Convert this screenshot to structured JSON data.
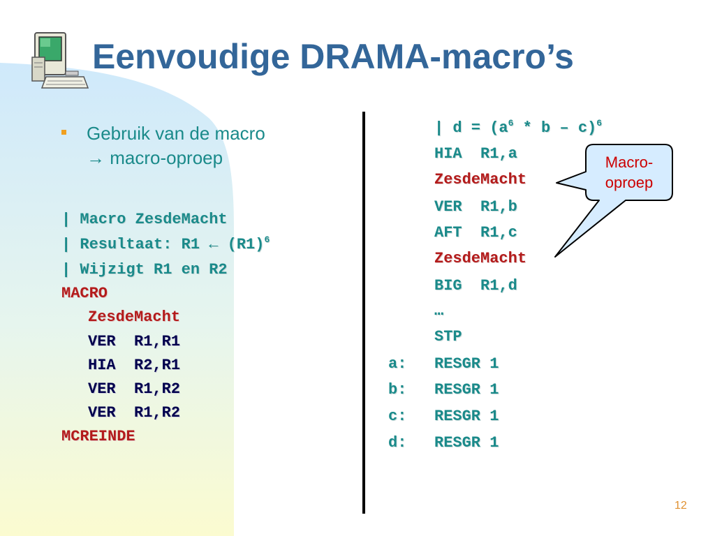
{
  "slide": {
    "title": "Eenvoudige DRAMA-macro’s",
    "page_number": "12",
    "bullet": {
      "line1": "Gebruik van de macro",
      "arrow": "→",
      "line2": "macro-oproep"
    },
    "left_code": {
      "comment1": "| Macro ZesdeMacht",
      "comment2_a": "| Resultaat: R1 ",
      "comment2_arrow": "←",
      "comment2_b": " (R1)",
      "comment2_sup": "6",
      "comment3": "| Wijzigt R1 en R2",
      "macro_kw": "MACRO",
      "macro_name": "ZesdeMacht",
      "instr1": "VER  R1,R1",
      "instr2": "HIA  R2,R1",
      "instr3": "VER  R1,R2",
      "instr4": "VER  R1,R2",
      "end_kw": "MCREINDE"
    },
    "right_code": {
      "comment_a": "| d = (a",
      "comment_sup1": "6",
      "comment_b": " * b – c)",
      "comment_sup2": "6",
      "line1": "HIA  R1,a",
      "call1": "ZesdeMacht",
      "line3": "VER  R1,b",
      "line4": "AFT  R1,c",
      "call2": "ZesdeMacht",
      "line6": "BIG  R1,d",
      "ellipsis": "…",
      "stp": "STP",
      "vars": [
        {
          "label": "a:",
          "instr": "RESGR 1"
        },
        {
          "label": "b:",
          "instr": "RESGR 1"
        },
        {
          "label": "c:",
          "instr": "RESGR 1"
        },
        {
          "label": "d:",
          "instr": "RESGR 1"
        }
      ]
    },
    "callout": {
      "line1": "Macro-",
      "line2": "oproep"
    },
    "colors": {
      "title": "#336699",
      "teal_text": "#1a8a8a",
      "red_text": "#b31b1b",
      "navy_text": "#00004d",
      "callout_fill": "#d6ecff",
      "callout_text": "#cc0000",
      "bullet": "#f0a020"
    },
    "icons": [
      "computer-icon"
    ]
  }
}
